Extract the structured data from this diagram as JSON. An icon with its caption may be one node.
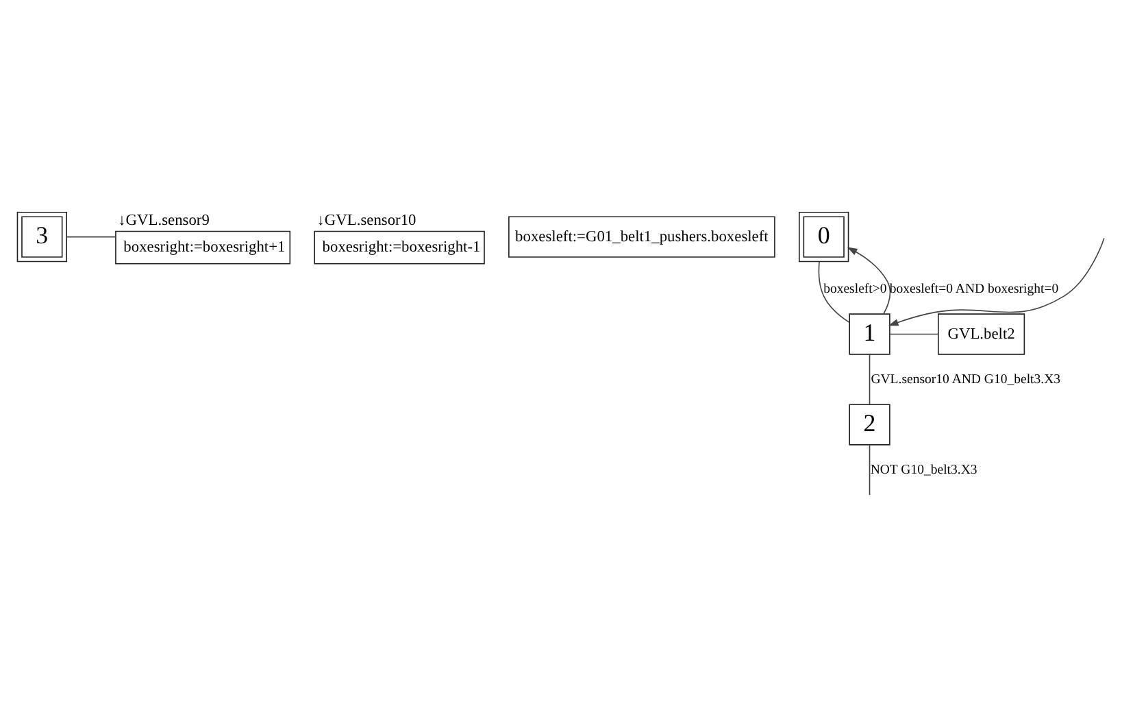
{
  "diagram": {
    "nodes": [
      {
        "text": [
          "3"
        ]
      },
      {
        "text": [
          "boxesright:=boxesright+1"
        ],
        "beside": [
          "↓GVL.sensor9"
        ]
      },
      {
        "text": [
          "boxesright:=boxesright-1"
        ],
        "beside": [
          "↓GVL.sensor10"
        ]
      },
      {
        "text": [
          "boxesleft:=G01_belt1_pushers.boxesleft"
        ]
      },
      {
        "text": [
          "0"
        ]
      },
      {
        "text": [
          "1"
        ]
      },
      {
        "text": [
          "GVL.belt2"
        ]
      },
      {
        "text": [
          "2"
        ]
      }
    ],
    "edges": [
      {
        "from": 0,
        "to": 1,
        "arrow": "none"
      },
      {
        "from": 4,
        "to": 5,
        "arrow": "none",
        "label": "boxesleft>0"
      },
      {
        "from": 5,
        "to": 6,
        "arrow": "none"
      },
      {
        "from": 5,
        "to": 4,
        "arrow": "to",
        "label": "boxesleft=0 AND boxesright=0"
      },
      {
        "from": 5,
        "to": 7,
        "arrow": "none",
        "label": "GVL.sensor10 AND G10_belt3.X3"
      },
      {
        "from": 7,
        "to": null,
        "arrow": "none",
        "label": "NOT G10_belt3.X3"
      },
      {
        "from": null,
        "to": 5,
        "arrow": "to"
      }
    ]
  }
}
